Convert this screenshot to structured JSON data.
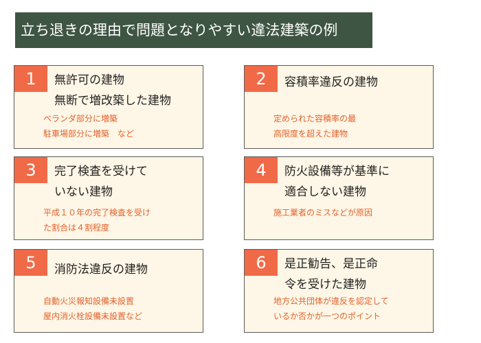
{
  "title": "立ち退きの理由で問題となりやすい違法建築の例",
  "cards": [
    {
      "number": "1",
      "heading": [
        "無許可の建物",
        "無断で増改築した建物"
      ],
      "desc": [
        "ベランダ部分に増築",
        "駐車場部分に増築　など"
      ]
    },
    {
      "number": "2",
      "heading": [
        "容積率違反の建物"
      ],
      "desc": [
        "定められた容積率の最",
        "高限度を超えた建物"
      ]
    },
    {
      "number": "3",
      "heading": [
        "完了検査を受けて",
        "いない建物"
      ],
      "desc": [
        "平成１０年の完了検査を受け",
        "た割合は４割程度"
      ]
    },
    {
      "number": "4",
      "heading": [
        "防火設備等が基準に",
        "適合しない建物"
      ],
      "desc": [
        "施工業者のミスなどが原因"
      ]
    },
    {
      "number": "5",
      "heading": [
        "消防法違反の建物"
      ],
      "desc": [
        "自動火災報知設備未設置",
        "屋内消火栓設備未設置など"
      ]
    },
    {
      "number": "6",
      "heading": [
        "是正勧告、是正命",
        "令を受けた建物"
      ],
      "desc": [
        "地方公共団体が違反を認定して",
        "いるか否かが一つのポイント"
      ]
    }
  ],
  "colors": {
    "title_bg": "#3e5543",
    "number_bg": "#f06a48",
    "card_bg": "#fef6e6",
    "desc_text": "#e2622d"
  }
}
